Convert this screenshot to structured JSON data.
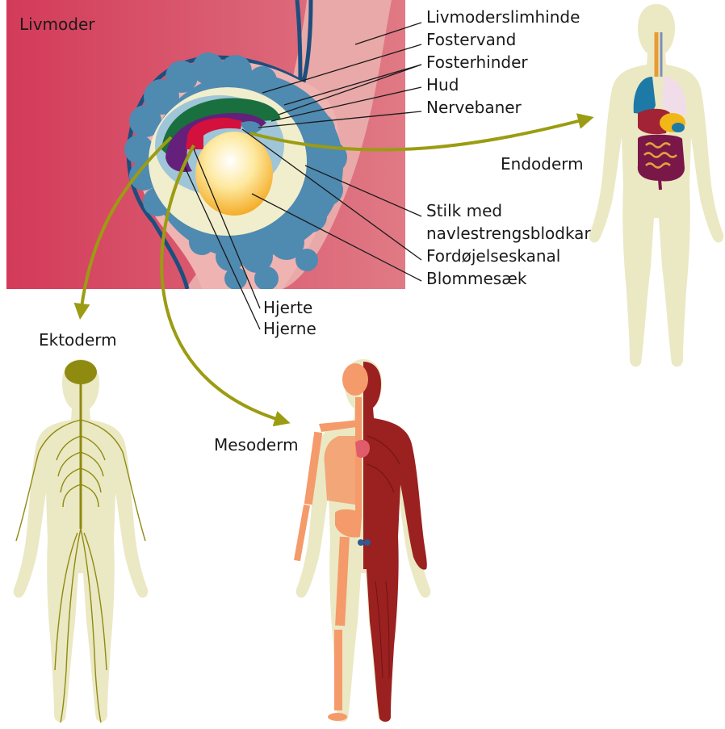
{
  "labels": {
    "livmoder": "Livmoder",
    "livmoderslimhinde": "Livmoderslimhinde",
    "fostervand": "Fostervand",
    "fosterhinder": "Fosterhinder",
    "hud": "Hud",
    "nervebaner": "Nervebaner",
    "endoderm": "Endoderm",
    "stilk_line1": "Stilk med",
    "stilk_line2": "navlestrengsblodkar",
    "fordojelseskanal": "Fordøjelseskanal",
    "blommesaek": "Blommesæk",
    "hjerte": "Hjerte",
    "hjerne": "Hjerne",
    "ektoderm": "Ektoderm",
    "mesoderm": "Mesoderm"
  },
  "colors": {
    "uterus": "#d42a55",
    "endometrium": "#e9a9a8",
    "villi": "#4f8ab1",
    "amnion": "#f1eecd",
    "skin": "#1a6f3f",
    "neural": "#64207a",
    "heart": "#d4103c",
    "yolk": "#f6b71c",
    "arrow": "#9b9c12",
    "body": "#ebe8c4",
    "nerves": "#8f8a10",
    "bone": "#f59a6a",
    "muscle": "#9b2020"
  }
}
